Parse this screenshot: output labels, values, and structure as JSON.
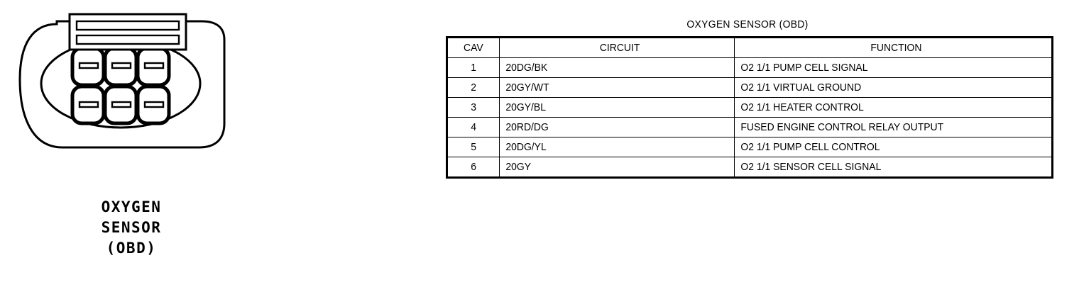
{
  "connector": {
    "name": "oxygen-sensor-connector",
    "caption_lines": [
      "OXYGEN",
      "SENSOR",
      "(OBD)"
    ],
    "cavity_count": 6,
    "cavity_rows": 2,
    "cavity_cols": 3,
    "line_color": "#000000",
    "fill_color": "#ffffff"
  },
  "table": {
    "title": "OXYGEN SENSOR (OBD)",
    "headers": [
      "CAV",
      "CIRCUIT",
      "FUNCTION"
    ],
    "rows": [
      {
        "cav": "1",
        "circuit": "20DG/BK",
        "function": "O2 1/1 PUMP CELL SIGNAL"
      },
      {
        "cav": "2",
        "circuit": "20GY/WT",
        "function": "O2 1/1 VIRTUAL GROUND"
      },
      {
        "cav": "3",
        "circuit": "20GY/BL",
        "function": "O2 1/1 HEATER CONTROL"
      },
      {
        "cav": "4",
        "circuit": "20RD/DG",
        "function": "FUSED ENGINE CONTROL RELAY OUTPUT"
      },
      {
        "cav": "5",
        "circuit": "20DG/YL",
        "function": "O2 1/1 PUMP CELL CONTROL"
      },
      {
        "cav": "6",
        "circuit": "20GY",
        "function": "O2 1/1 SENSOR CELL SIGNAL"
      }
    ]
  }
}
